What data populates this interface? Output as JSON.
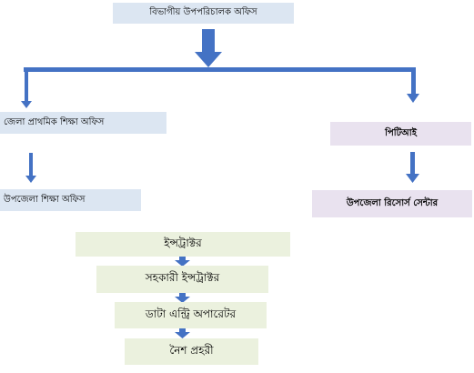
{
  "nodes": {
    "divisional_office": "বিভাগীয় উপপরিচালক অফিস",
    "district_office": "জেলা প্রাথমিক শিক্ষা অফিস",
    "upazila_office": "উপজেলা শিক্ষা অফিস",
    "ptI": "পিটিআই",
    "urc": "উপজেলা রিসোর্স সেন্টার"
  },
  "staff_chain": [
    "ইন্সট্রাক্টর",
    "সহকারী ইন্সট্রাক্টর",
    "ডাটা এন্ট্রি অপারেটর",
    "নৈশ প্রহরী"
  ],
  "colors": {
    "arrow": "#4472c4",
    "office_fill": "#dce6f2",
    "pti_fill": "#e9e2ef",
    "staff_fill": "#ebf1de"
  }
}
